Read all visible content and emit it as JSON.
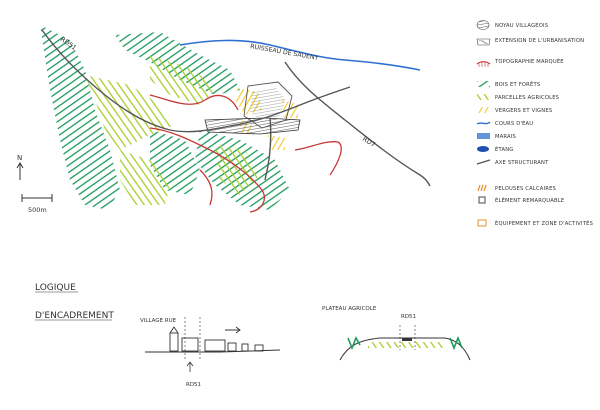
{
  "map": {
    "road_labels": {
      "rd51": "RD51",
      "rd7": "RD7"
    },
    "stream_label": "RUISSEAU DE SAUENY",
    "north_label": "N",
    "scale_label": "500m"
  },
  "legend": {
    "items": [
      {
        "label": "NOYAU VILLAGEOIS",
        "icon": "village-core-icon"
      },
      {
        "label": "EXTENSION DE L'URBANISATION",
        "icon": "urban-extension-icon"
      },
      {
        "label": "TOPOGRAPHIE MARQUÉE",
        "icon": "topography-icon"
      },
      {
        "label": "BOIS ET FORÊTS",
        "icon": "forest-icon"
      },
      {
        "label": "PARCELLES AGRICOLES",
        "icon": "agricultural-icon"
      },
      {
        "label": "VERGERS ET VIGNES",
        "icon": "orchard-vineyard-icon"
      },
      {
        "label": "COURS D'EAU",
        "icon": "watercourse-icon"
      },
      {
        "label": "MARAIS",
        "icon": "marsh-icon"
      },
      {
        "label": "ÉTANG",
        "icon": "pond-icon"
      },
      {
        "label": "AXE STRUCTURANT",
        "icon": "main-axis-icon"
      },
      {
        "label": "PELOUSES CALCAIRES",
        "icon": "limestone-grassland-icon"
      },
      {
        "label": "ÉLÉMENT REMARQUABLE",
        "icon": "remarkable-element-icon"
      },
      {
        "label": "ÉQUIPEMENT ET ZONE D'ACTIVITÉS",
        "icon": "equipment-zone-icon"
      }
    ],
    "colors": {
      "forest": "#1a9a5a",
      "agricultural": "#9ccc2a",
      "orchard": "#f2c72a",
      "water": "#2e6fd0",
      "topography": "#c83838",
      "road": "#555555",
      "limestone": "#e8902a"
    }
  },
  "bottom": {
    "title_line1": "LOGIQUE",
    "title_line2": "D'ENCADREMENT",
    "section1": {
      "place_label": "VILLAGE RUE",
      "road_label": "RD51"
    },
    "section2": {
      "place_label": "PLATEAU AGRICOLE",
      "road_label": "RD51"
    }
  }
}
